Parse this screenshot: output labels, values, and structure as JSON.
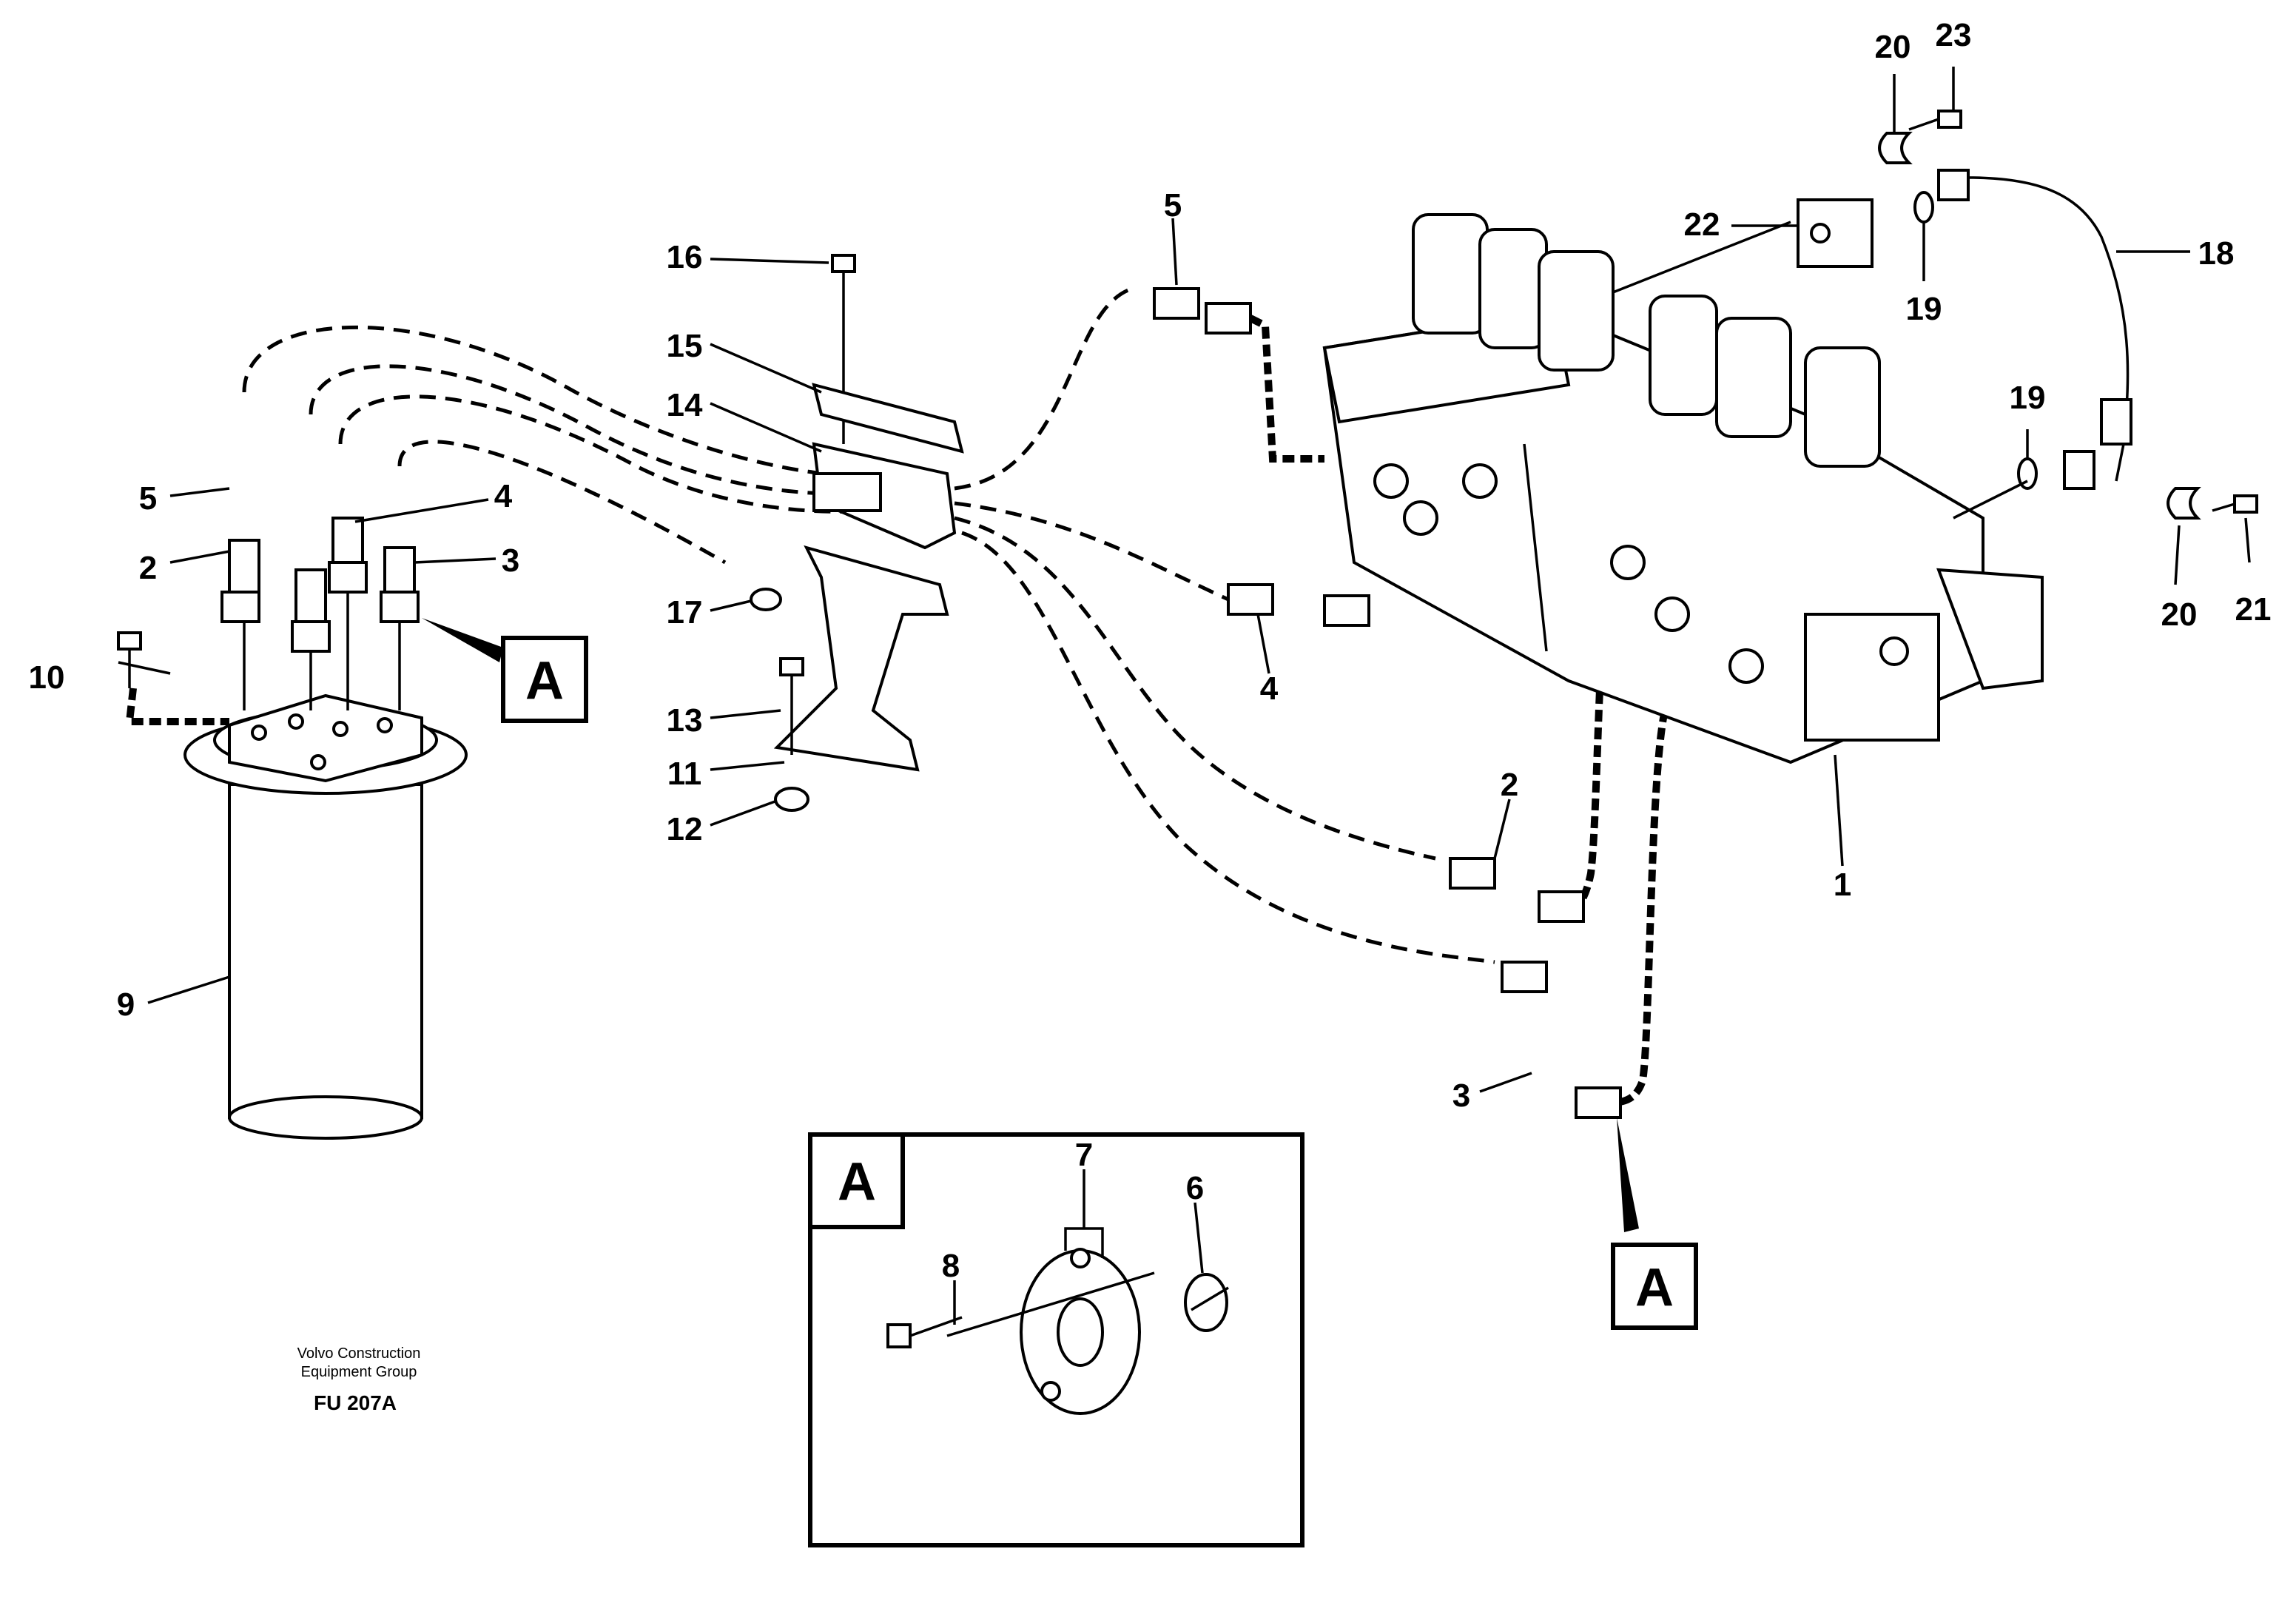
{
  "callouts": {
    "c1": "1",
    "c2a": "2",
    "c2b": "2",
    "c3a": "3",
    "c3b": "3",
    "c4a": "4",
    "c4b": "4",
    "c5a": "5",
    "c5b": "5",
    "c6": "6",
    "c7": "7",
    "c8": "8",
    "c9": "9",
    "c10": "10",
    "c11": "11",
    "c12": "12",
    "c13": "13",
    "c14": "14",
    "c15": "15",
    "c16": "16",
    "c17": "17",
    "c18": "18",
    "c19a": "19",
    "c19b": "19",
    "c20a": "20",
    "c20b": "20",
    "c21": "21",
    "c22": "22",
    "c23": "23"
  },
  "detail_markers": {
    "left": "A",
    "right": "A",
    "inset": "A"
  },
  "credit": {
    "line1": "Volvo Construction",
    "line2": "Equipment Group",
    "code": "FU 207A"
  }
}
